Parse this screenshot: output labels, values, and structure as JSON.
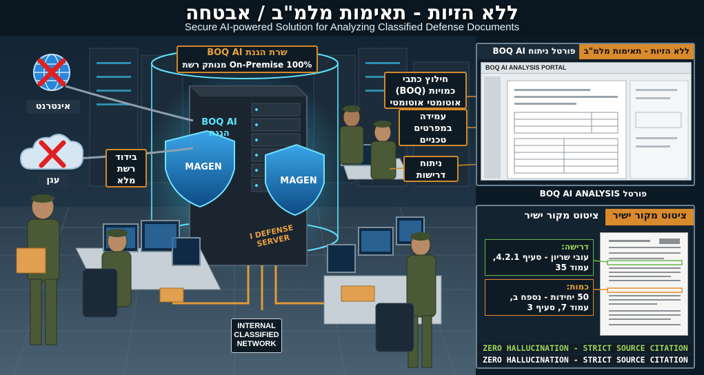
{
  "header": {
    "title": "ללא הזיות - תאימות מלמ\"ב / אבטחה",
    "subtitle": "Secure AI-powered Solution for Analyzing Classified Defense Documents"
  },
  "server": {
    "title_line1": "שרת הגנת BOQ AI",
    "title_line2": "100% On-Premise מנותק רשת",
    "body_line1": "BOQ AI",
    "body_line2": "הגנת",
    "shield_left": "MAGEN",
    "shield_right": "MAGEN",
    "front_label_1": "I DEFENSE",
    "front_label_2": "SERVER"
  },
  "left": {
    "internet_label": "אינטרנט",
    "cloud_label": "ענן",
    "isolation_label": "בידוד רשת מלא",
    "isolation_lines": [
      "בידוד",
      "רשת",
      "מלא"
    ]
  },
  "features": [
    {
      "lines": [
        "חילוץ כתבי",
        "כמויות (BOQ)",
        "אוטומטי אוטומטי"
      ]
    },
    {
      "lines": [
        "עמידה",
        "במפרטים",
        "טכניים"
      ]
    },
    {
      "lines": [
        "ניתוח",
        "דרישות"
      ]
    }
  ],
  "network_label": [
    "INTERNAL",
    "CLASSIFIED",
    "NETWORK"
  ],
  "portal": {
    "head_right": "ללא הזיות - תאימות מלמ\"ב",
    "head_left": "פורטל ניתוח BOQ AI",
    "window_title": "BOQ AI ANALYSIS PORTAL",
    "caption": "פורטל BOQ AI ANALYSIS"
  },
  "citation": {
    "head_right": "ציטוט מקור ישיר",
    "head_left": "ציטוט מקור ישיר",
    "callouts": [
      {
        "title": "דרישה:",
        "value": "עובי שריון - סעיף 4.2.1, עמוד 35",
        "title_color": "#9bd45a"
      },
      {
        "title": "כמות:",
        "value": "50 יחידות - נספח ב, עמוד 7, סעיף 3",
        "title_color": "#e8a040"
      }
    ],
    "zero_1": "ZERO HALLUCINATION - STRICT SOURCE CITATION",
    "zero_2": "ZERO HALLUCINATION - STRICT SOURCE CITATION"
  },
  "colors": {
    "accent": "#d98a2c",
    "shield": "#1f84c8",
    "glow": "#38d8ff",
    "background": "#0c1a26",
    "green_hl": "#9bd45a"
  }
}
